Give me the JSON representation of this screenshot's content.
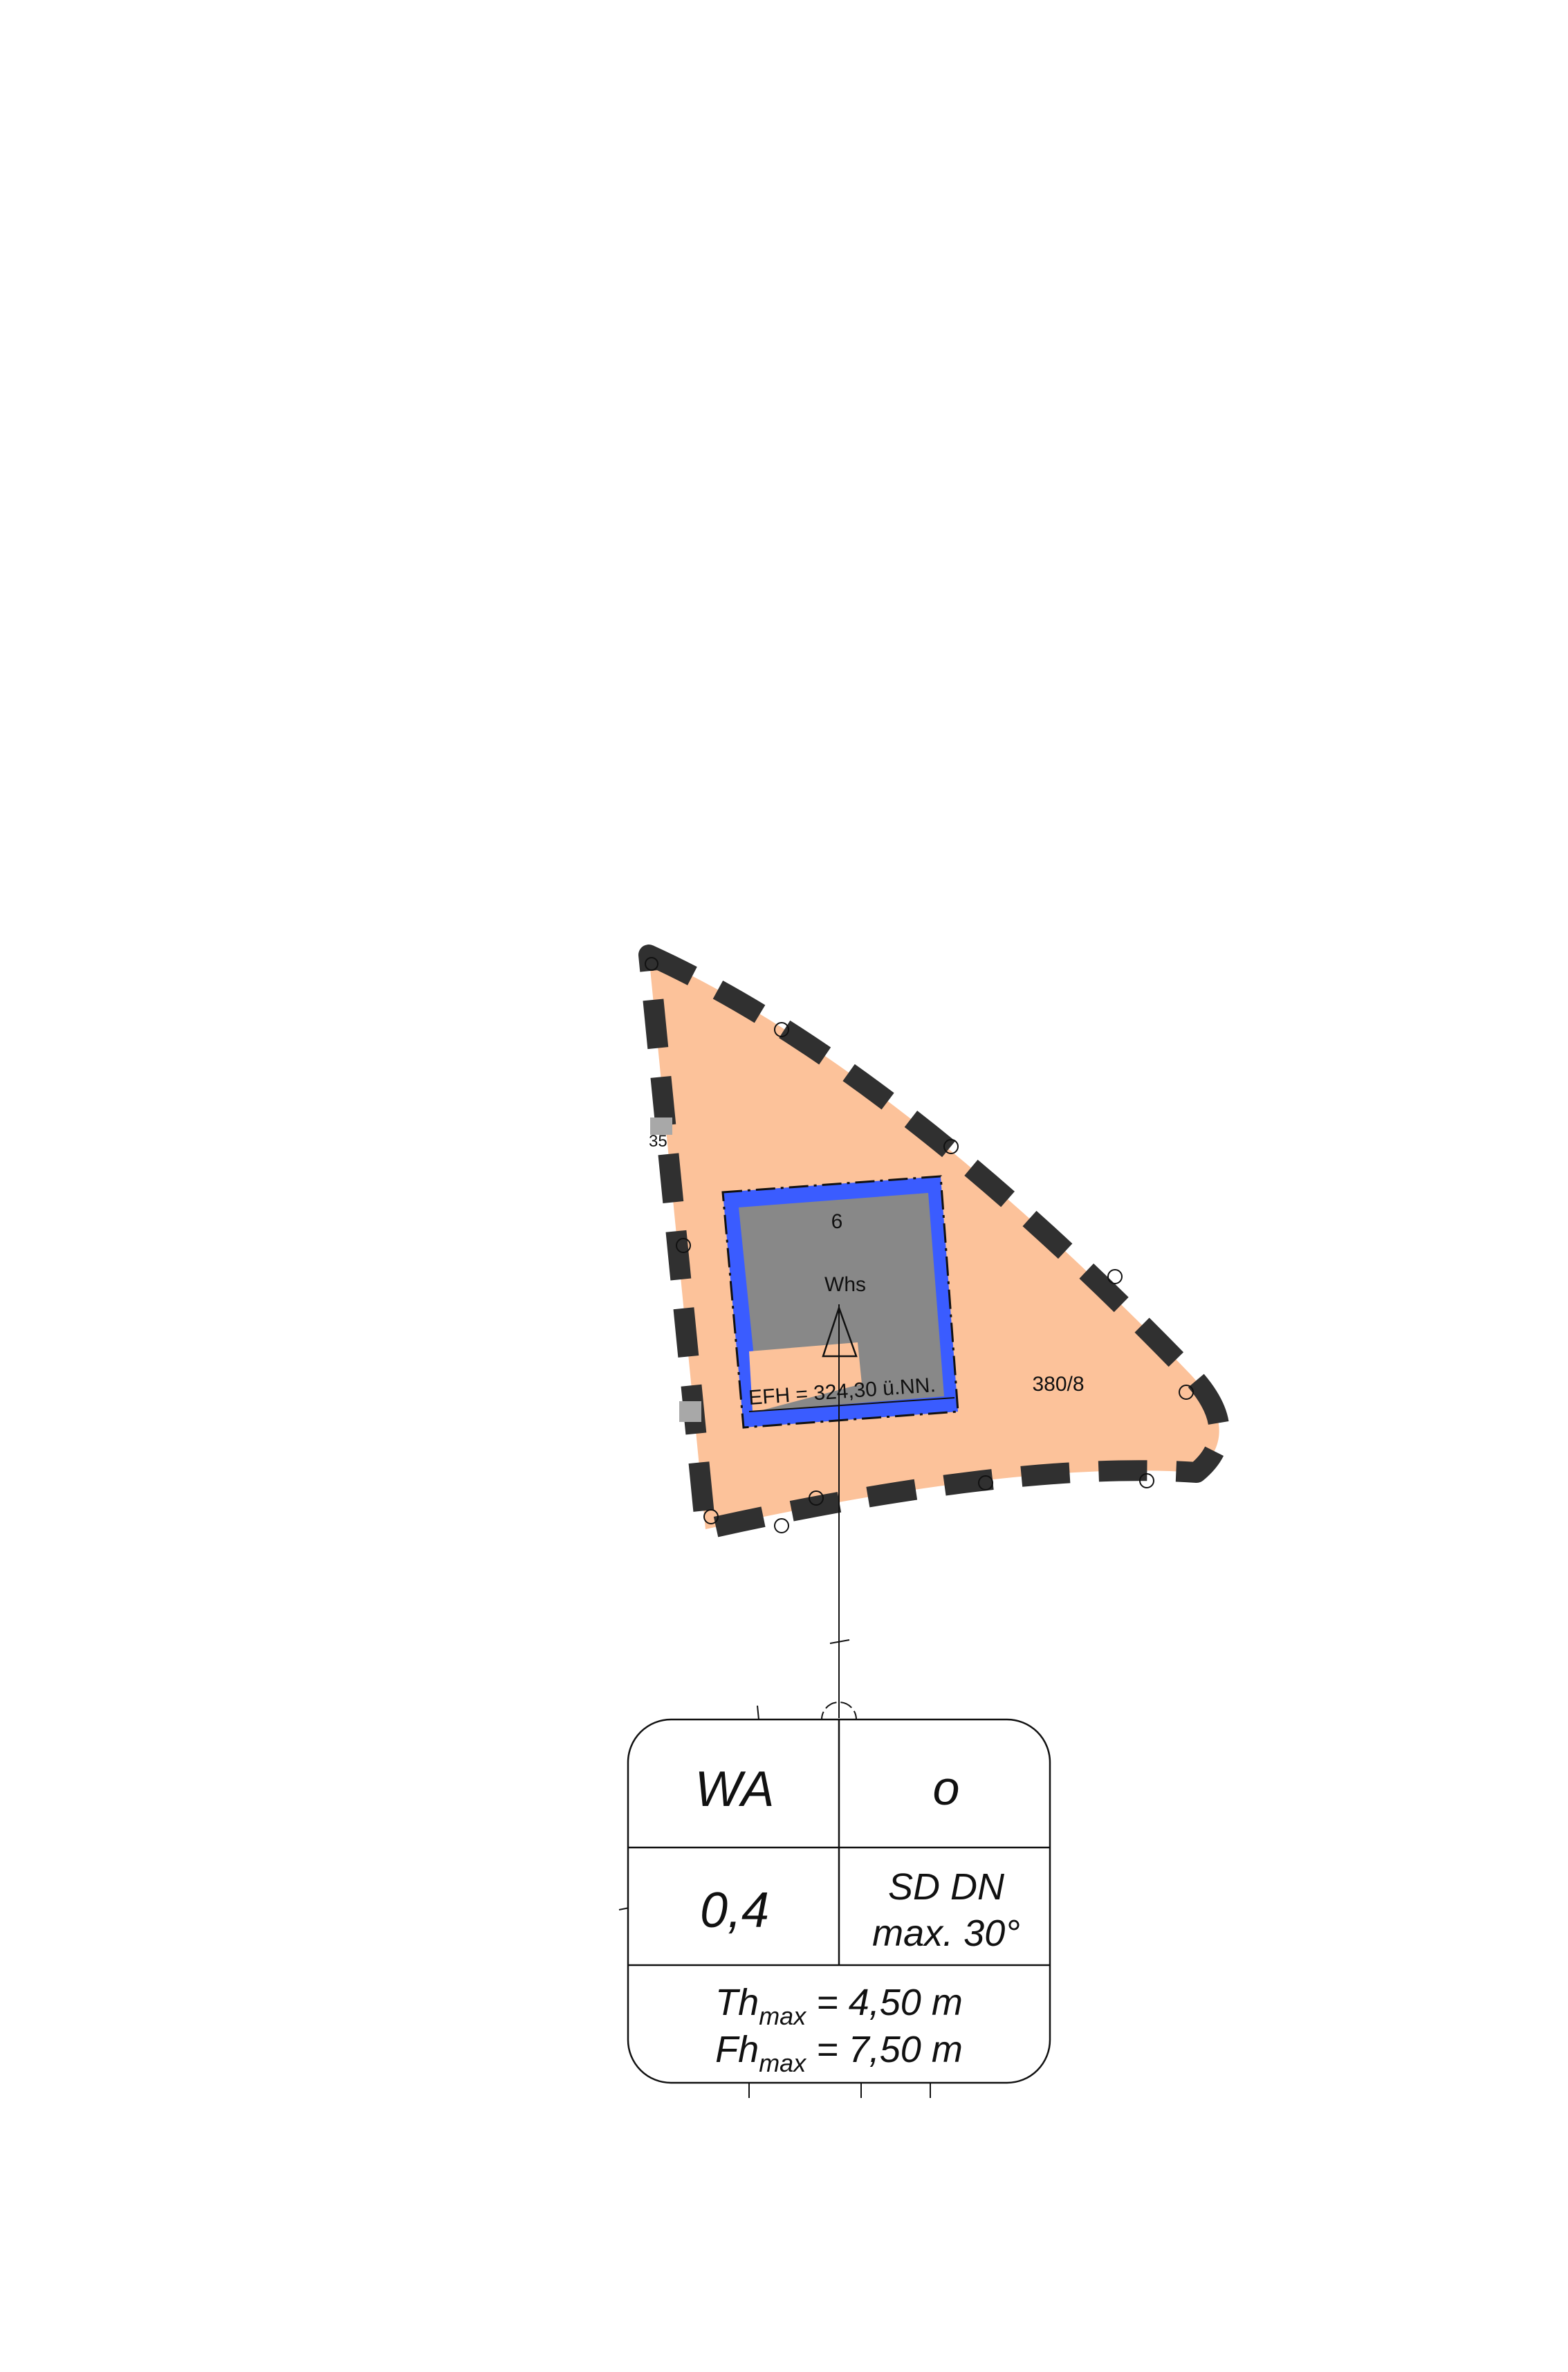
{
  "colors": {
    "plot_fill": "#fcc29a",
    "boundary": "#303030",
    "building_fill": "#888888",
    "building_outline": "#3a5cff",
    "line": "#111111",
    "background": "#ffffff"
  },
  "map": {
    "building_number": "6",
    "building_use": "Whs",
    "floor_height": "EFH = 324,30 ü.NN.",
    "parcel_number": "380/8",
    "edge_fragment": "35"
  },
  "legend_table": {
    "zone": "WA",
    "construction_type": "o",
    "grz": "0,4",
    "roof_line1": "SD DN",
    "roof_line2": "max. 30°",
    "th_base": "Th",
    "th_sub": "max",
    "th_value": " = 4,50 m",
    "fh_base": "Fh",
    "fh_sub": "max",
    "fh_value": " = 7,50 m"
  }
}
